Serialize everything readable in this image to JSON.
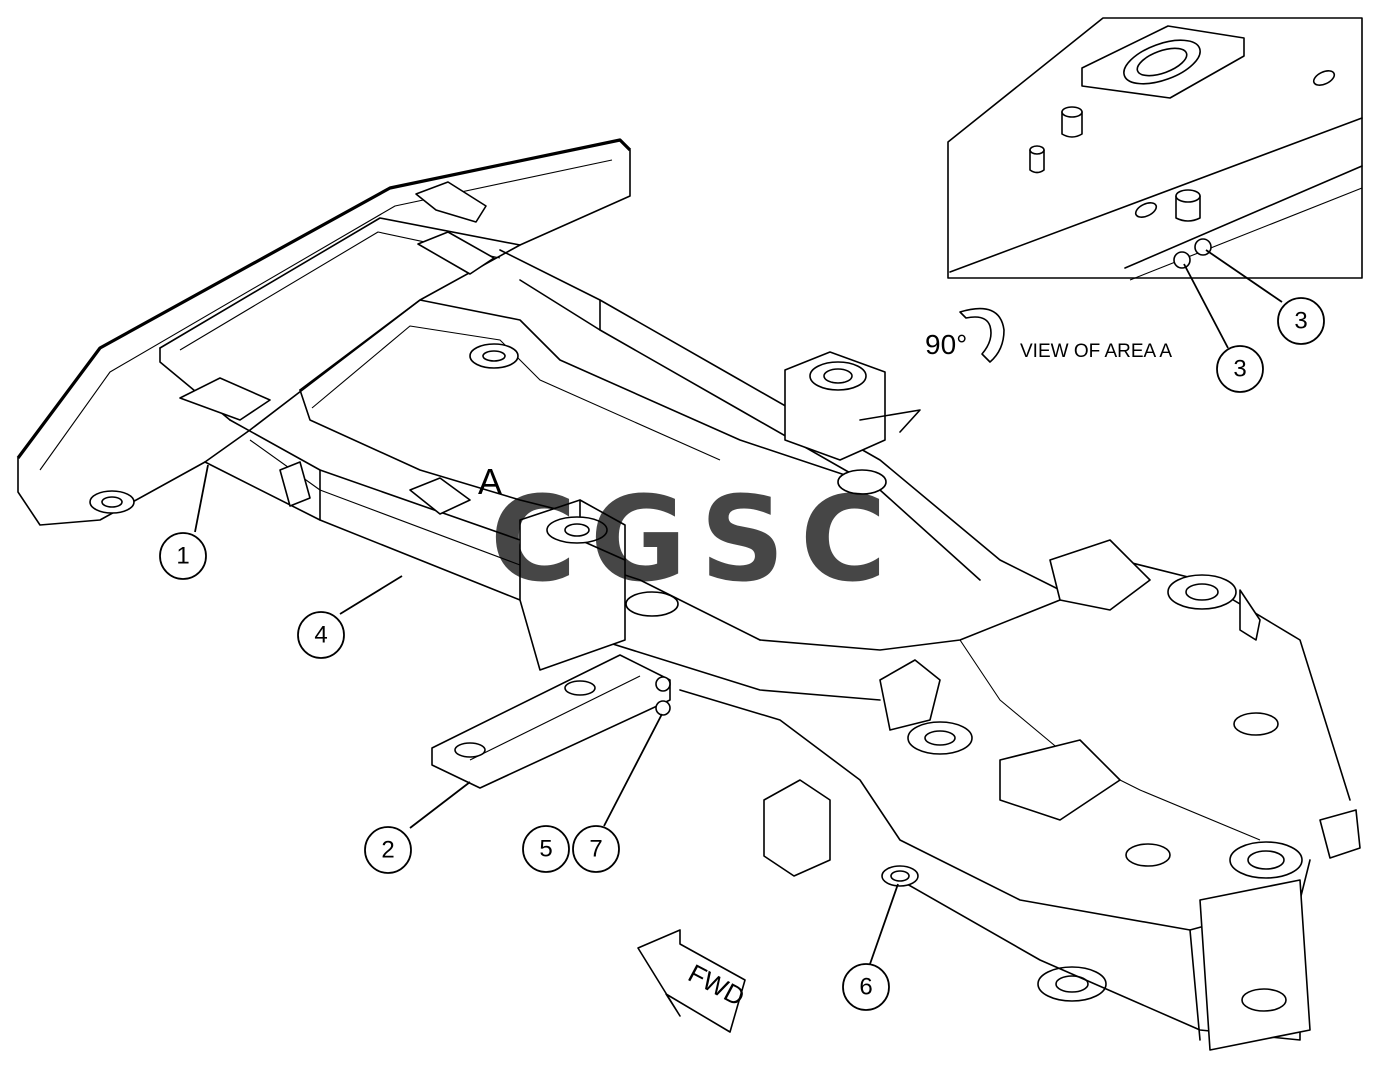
{
  "callouts": [
    {
      "id": "c1",
      "num": "1"
    },
    {
      "id": "c2",
      "num": "2"
    },
    {
      "id": "c3a",
      "num": "3"
    },
    {
      "id": "c3b",
      "num": "3"
    },
    {
      "id": "c4",
      "num": "4"
    },
    {
      "id": "c5",
      "num": "5"
    },
    {
      "id": "c6",
      "num": "6"
    },
    {
      "id": "c7",
      "num": "7"
    }
  ],
  "area_label": "A",
  "inset": {
    "rotation_label": "90°",
    "caption": "VIEW OF AREA A"
  },
  "fwd_label": "FWD",
  "watermark": {
    "text": "CGSC",
    "letters": [
      {
        "char": "C",
        "color": "#4f8ef7"
      },
      {
        "char": "G",
        "color": "#f07a7a"
      },
      {
        "char": "S",
        "color": "#f5d24a"
      },
      {
        "char": "C",
        "color": "#4faf7f"
      }
    ]
  }
}
